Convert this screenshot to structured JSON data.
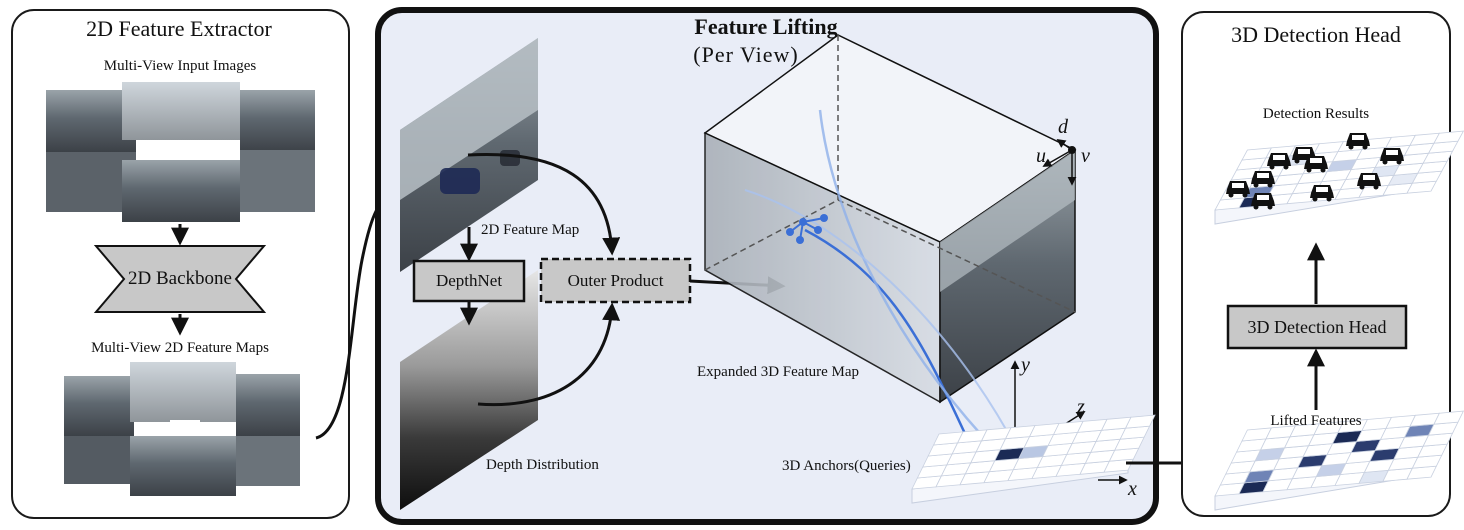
{
  "panels": {
    "left": {
      "title": "2D Feature Extractor",
      "input_label": "Multi-View Input Images",
      "backbone_label": "2D Backbone",
      "maps_label": "Multi-View 2D Feature Maps"
    },
    "middle": {
      "title": "Feature Lifting",
      "subtitle": "(Per View)",
      "feature_map_label": "2D Feature Map",
      "depthnet_label": "DepthNet",
      "outer_product_label": "Outer Product",
      "depth_label": "Depth Distribution",
      "expanded_label": "Expanded 3D Feature Map",
      "anchors_label": "3D Anchors(Queries)",
      "axes": {
        "d": "d",
        "u": "u",
        "v": "v",
        "x": "x",
        "y": "y",
        "z": "z"
      }
    },
    "right": {
      "title": "3D Detection Head",
      "results_label": "Detection Results",
      "head_label": "3D Detection Head",
      "lifted_label": "Lifted Features"
    }
  },
  "colors": {
    "panel_border": "#1a1a1a",
    "middle_background": "#e9edf7",
    "box_fill": "#c8c8c8",
    "flow_blue": "#3b6fd6",
    "grid_dark": "#1b2a55",
    "grid_light": "#dfe6f3"
  }
}
